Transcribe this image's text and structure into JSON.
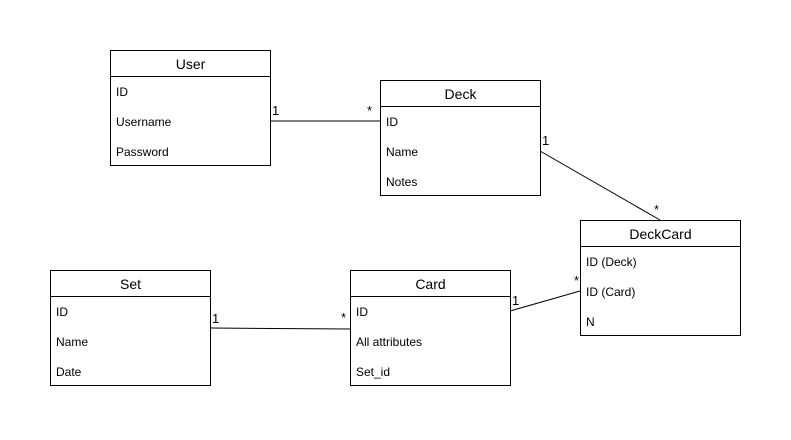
{
  "diagram": {
    "entities": {
      "user": {
        "title": "User",
        "attributes": [
          "ID",
          "Username",
          "Password"
        ]
      },
      "deck": {
        "title": "Deck",
        "attributes": [
          "ID",
          "Name",
          "Notes"
        ]
      },
      "deckcard": {
        "title": "DeckCard",
        "attributes": [
          "ID (Deck)",
          "ID (Card)",
          "N"
        ]
      },
      "set": {
        "title": "Set",
        "attributes": [
          "ID",
          "Name",
          "Date"
        ]
      },
      "card": {
        "title": "Card",
        "attributes": [
          "ID",
          "All attributes",
          "Set_id"
        ]
      }
    },
    "relationships": [
      {
        "from": "User",
        "to": "Deck",
        "from_multiplicity": "1",
        "to_multiplicity": "*"
      },
      {
        "from": "Deck",
        "to": "DeckCard",
        "from_multiplicity": "1",
        "to_multiplicity": "*"
      },
      {
        "from": "Card",
        "to": "DeckCard",
        "from_multiplicity": "1",
        "to_multiplicity": "*"
      },
      {
        "from": "Set",
        "to": "Card",
        "from_multiplicity": "1",
        "to_multiplicity": "*"
      }
    ],
    "colors": {
      "line": "#000000",
      "fill": "#ffffff",
      "text": "#000000"
    }
  }
}
